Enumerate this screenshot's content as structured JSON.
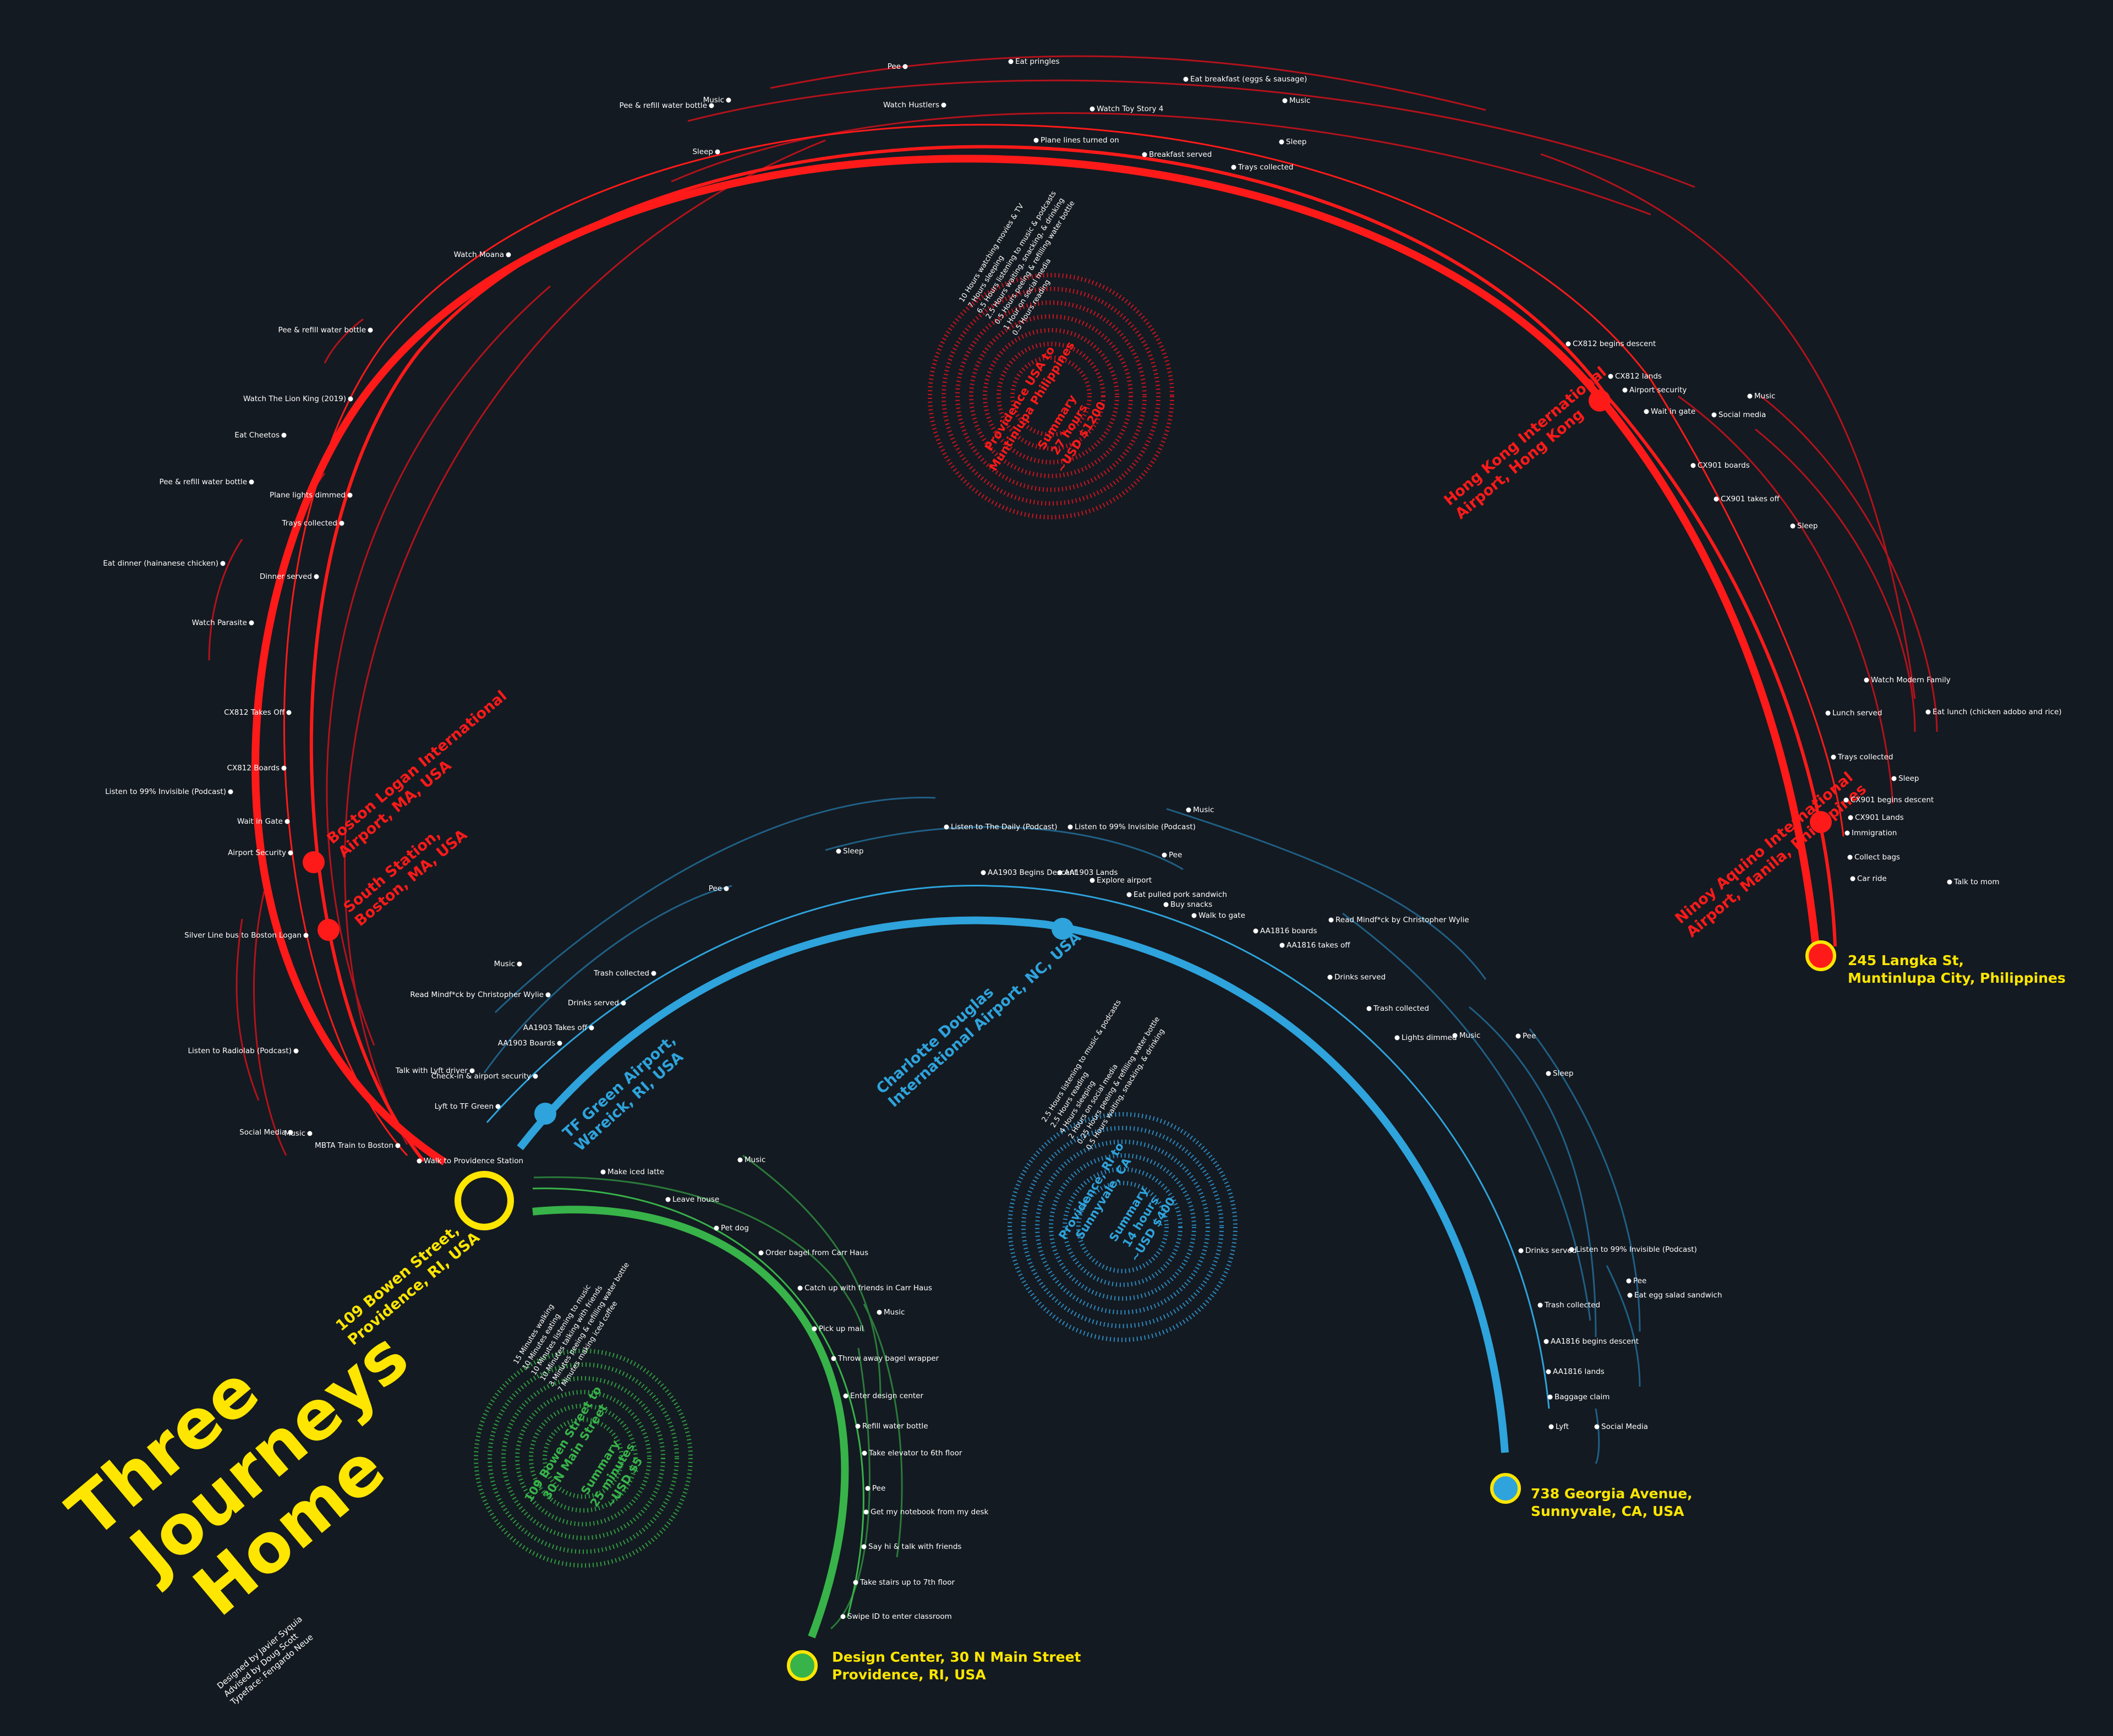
{
  "title_lines": [
    "Three",
    "Journeys",
    "Home"
  ],
  "credits": [
    "Designed by Javier Syquia",
    "Advised by Doug Scott",
    "Typeface: Fengardo Neue"
  ],
  "origin": {
    "label_lines": [
      "109 Bowen Street,",
      "Providence, RI, USA"
    ]
  },
  "colors": {
    "background": "#141a21",
    "red": "#ff1a1a",
    "blue": "#2ea3dc",
    "green": "#37b34a",
    "yellow": "#ffe600"
  },
  "journeys": [
    {
      "name": "red",
      "color": "#ff1a1a",
      "destination": [
        "245 Langka St,",
        "Muntinlupa City, Philippines"
      ],
      "stops": [
        {
          "lines": [
            "South Station,",
            "Boston, MA, USA"
          ]
        },
        {
          "lines": [
            "Boston Logan International",
            "Airport, MA, USA"
          ]
        },
        {
          "lines": [
            "Hong Kong International",
            "Airport, Hong Kong"
          ]
        },
        {
          "lines": [
            "Ninoy Aquino International",
            "Airport, Manila, Philippines"
          ]
        }
      ],
      "summary": [
        "Providence USA to",
        "Muntinlupa Philippines",
        "Summary",
        "27 hours",
        "~USD $1200"
      ],
      "stats": [
        "10 Hours watching movies & TV",
        "7 Hours sleeping",
        "6.5 Hours listening to music & podcasts",
        "2.5 Hours waiting, snacking, & drinking",
        "0.5 Hours peeing & refilling water bottle",
        "1 Hour on social media",
        "0.5 Hours reading"
      ],
      "events": [
        "Walk to Providence Station",
        "MBTA Train to Boston",
        "Music",
        "Social Media",
        "Listen to Radiolab (Podcast)",
        "Silver Line bus to Boston Logan",
        "Airport Security",
        "Wait in Gate",
        "Listen to 99% Invisible (Podcast)",
        "CX812 Boards",
        "CX812 Takes Off",
        "Watch Parasite",
        "Dinner served",
        "Eat dinner (hainanese chicken)",
        "Trays collected",
        "Plane lights dimmed",
        "Pee & refill water bottle",
        "Eat Cheetos",
        "Watch The Lion King (2019)",
        "Pee & refill water bottle",
        "Watch Moana",
        "Sleep",
        "Pee & refill water bottle",
        "Music",
        "Pee",
        "Watch Hustlers",
        "Eat pringles",
        "Watch Toy Story 4",
        "Plane lines turned on",
        "Eat breakfast (eggs & sausage)",
        "Breakfast served",
        "Music",
        "Sleep",
        "Trays collected",
        "CX812 begins descent",
        "CX812 lands",
        "Airport security",
        "Wait in gate",
        "Social media",
        "Music",
        "CX901 boards",
        "CX901 takes off",
        "Sleep",
        "Watch Modern Family",
        "Lunch served",
        "Eat lunch (chicken adobo and rice)",
        "Trays collected",
        "Sleep",
        "CX901 begins descent",
        "CX901 Lands",
        "Immigration",
        "Collect bags",
        "Car ride",
        "Talk to mom"
      ]
    },
    {
      "name": "blue",
      "color": "#2ea3dc",
      "destination": [
        "738 Georgia Avenue,",
        "Sunnyvale, CA, USA"
      ],
      "stops": [
        {
          "lines": [
            "TF Green Airport,",
            "Wareick, RI, USA"
          ]
        },
        {
          "lines": [
            "Charlotte Douglas",
            "International Airport, NC, USA"
          ]
        }
      ],
      "summary": [
        "Providence, RI to",
        "Sunnyvale, CA",
        "Summary",
        "14 hours",
        "~USD $400"
      ],
      "stats": [
        "2.5 Hours listening to music & podcasts",
        "2.5 Hours reading",
        "4 Hours sleeping",
        "2 Hours on social media",
        "0.25 Hours peeing & refilling water bottle",
        "0.5 Hours waiting, snacking, & drinking"
      ],
      "events": [
        "Lyft to TF Green",
        "Talk with Lyft driver",
        "Check-in & airport security",
        "AA1903 Boards",
        "AA1903 Takes off",
        "Read Mindf*ck by Christopher Wylie",
        "Music",
        "Drinks served",
        "Trash collected",
        "Pee",
        "Sleep",
        "Listen to The Daily (Podcast)",
        "AA1903 Begins Descent",
        "Listen to 99% Invisible (Podcast)",
        "AA1903 Lands",
        "Pee",
        "Explore airport",
        "Eat pulled pork sandwich",
        "Music",
        "Buy snacks",
        "Walk to gate",
        "AA1816 boards",
        "AA1816 takes off",
        "Read Mindf*ck by Christopher Wylie",
        "Drinks served",
        "Trash collected",
        "Lights dimmed",
        "Music",
        "Pee",
        "Sleep",
        "Drinks served",
        "Listen to 99% Invisible (Podcast)",
        "Pee",
        "Eat egg salad sandwich",
        "Trash collected",
        "AA1816 begins descent",
        "AA1816 lands",
        "Baggage claim",
        "Lyft",
        "Social Media"
      ]
    },
    {
      "name": "green",
      "color": "#37b34a",
      "destination": [
        "Design Center, 30 N Main Street",
        "Providence, RI, USA"
      ],
      "stops": [],
      "summary": [
        "109 Bowen Street to",
        "30 N Main Street",
        "Summary",
        "25 minutes",
        "~USD $5"
      ],
      "stats": [
        "15 Minutes walking",
        "10 Minutes eating",
        "10 Minutes listening to music",
        "10 Minutes talking with friends",
        "3 Minutes peeing & refilling water bottle",
        "7 Minutes making iced coffee"
      ],
      "events": [
        "Make iced latte",
        "Music",
        "Leave house",
        "Pet dog",
        "Order bagel from Carr Haus",
        "Catch up with friends in Carr Haus",
        "Music",
        "Pick up mail",
        "Throw away bagel wrapper",
        "Enter design center",
        "Refill water bottle",
        "Take elevator to 6th floor",
        "Pee",
        "Get my notebook from my desk",
        "Say hi & talk with friends",
        "Take stairs up to 7th floor",
        "Swipe ID to enter classroom"
      ]
    }
  ]
}
